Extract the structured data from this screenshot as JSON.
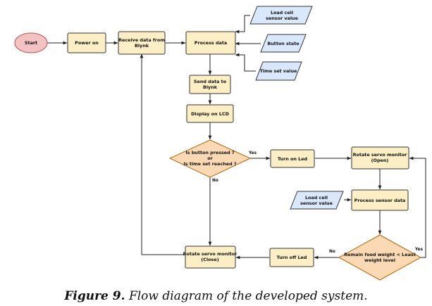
{
  "colors": {
    "start_fill": "#f4c2c2",
    "start_stroke": "#b85450",
    "process_fill": "#fcefc6",
    "process_stroke": "#333333",
    "input_fill": "#dae8fc",
    "input_stroke": "#333333",
    "decision_fill": "#fbd9b5",
    "decision_stroke": "#b46504",
    "edge": "#222222"
  },
  "nodes": {
    "start": "Start",
    "power_on": "Power on",
    "receive": [
      "Receive data from",
      "Blynk"
    ],
    "process_data": "Process data",
    "load_cell_1": [
      "Load cell",
      "sensor value"
    ],
    "button_state": "Button state",
    "time_set": "Time set value",
    "send_blynk": [
      "Send data to",
      "Blynk"
    ],
    "display_lcd": "Display on LCD",
    "decision_1": [
      "Is button pressed ?",
      "or",
      "Is time set reached ?"
    ],
    "turn_on_led": "Turn on Led",
    "rotate_open": [
      "Rotate servo monitor",
      "(Open)"
    ],
    "load_cell_2": [
      "Load cell",
      "sensor value"
    ],
    "process_sensor": "Process sensor data",
    "decision_2": [
      "Remain food weight < Least",
      "weight level"
    ],
    "turn_off_led": "Turn off Led",
    "rotate_close": [
      "Rotate servo monitor",
      "(Close)"
    ]
  },
  "edge_labels": {
    "d1_yes": "Yes",
    "d1_no": "No",
    "d2_no": "No",
    "d2_yes": "Yes"
  },
  "caption": {
    "label": "Figure 9.",
    "text": "Flow diagram of the developed system."
  }
}
